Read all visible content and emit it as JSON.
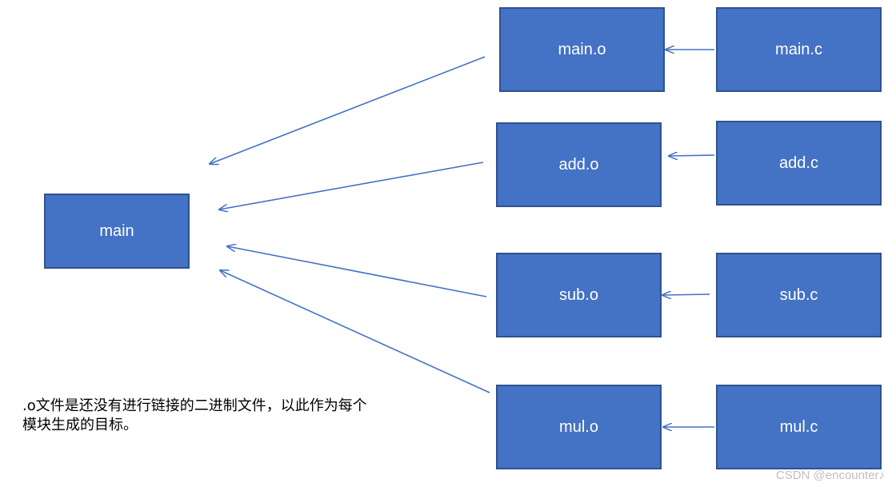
{
  "diagram": {
    "target": "main",
    "object_files": [
      "main.o",
      "add.o",
      "sub.o",
      "mul.o"
    ],
    "source_files": [
      "main.c",
      "add.c",
      "sub.c",
      "mul.c"
    ]
  },
  "caption": {
    "line1": ".o文件是还没有进行链接的二进制文件，以此作为每个",
    "line2": "模块生成的目标。"
  },
  "watermark": "CSDN @encounter♪"
}
